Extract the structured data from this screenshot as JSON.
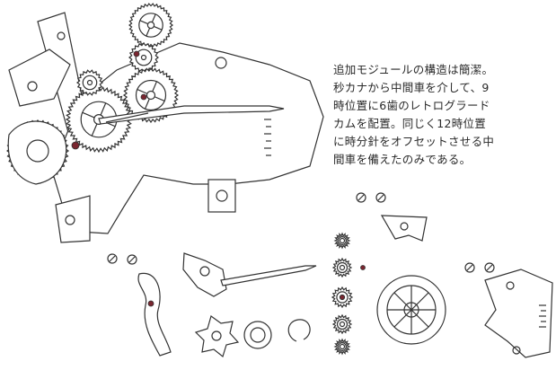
{
  "caption": {
    "lines": [
      "追加モジュールの構造は簡潔。",
      "秒カナから中間車を介して、9",
      "時位置に6歯のレトログラード",
      "カムを配置。同じく12時位置",
      "に時分針をオフセットさせる中",
      "間車を備えたのみである。"
    ]
  },
  "figure": {
    "assembled": {
      "gears": [
        {
          "name": "gear-top-center-large",
          "teeth": 34
        },
        {
          "name": "gear-top-center-small",
          "teeth": 20
        },
        {
          "name": "gear-center-intermediate",
          "teeth": 40
        },
        {
          "name": "gear-main-wheel",
          "teeth": 48
        },
        {
          "name": "gear-left-wheel",
          "teeth": 36
        },
        {
          "name": "gear-upper-left",
          "teeth": 18
        }
      ]
    },
    "exploded": {
      "gear_stack": [
        "wheel-1",
        "wheel-2",
        "wheel-3",
        "wheel-4",
        "wheel-5"
      ]
    }
  }
}
